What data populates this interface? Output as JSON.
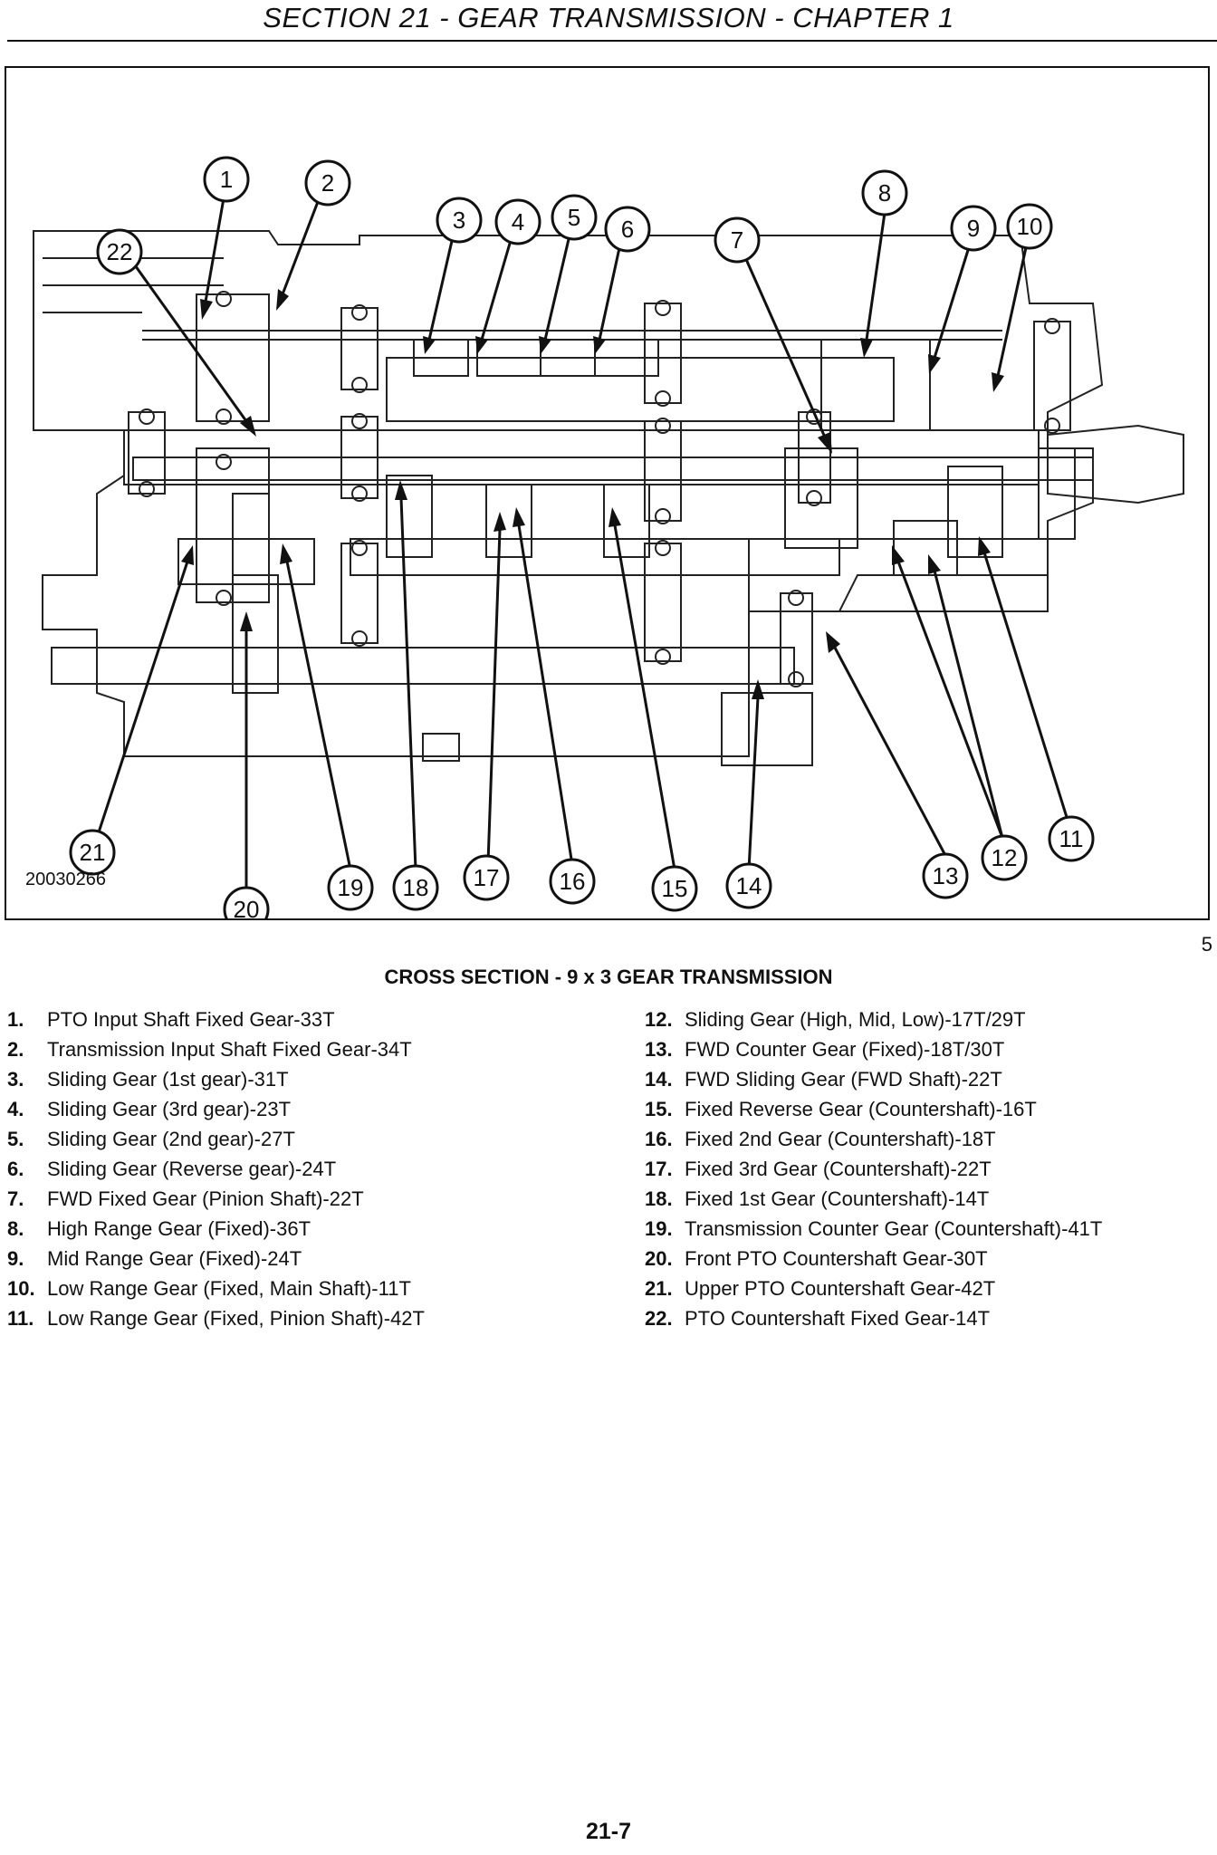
{
  "header": {
    "title": "SECTION 21 - GEAR TRANSMISSION - CHAPTER 1"
  },
  "figure": {
    "id": "20030266",
    "number": "5",
    "caption": "CROSS SECTION - 9 x 3 GEAR TRANSMISSION",
    "callouts": [
      "1",
      "2",
      "3",
      "4",
      "5",
      "6",
      "7",
      "8",
      "9",
      "10",
      "11",
      "12",
      "13",
      "14",
      "15",
      "16",
      "17",
      "18",
      "19",
      "20",
      "21",
      "22"
    ]
  },
  "legend": {
    "left": [
      {
        "num": "1.",
        "text": "PTO Input Shaft Fixed Gear-33T"
      },
      {
        "num": "2.",
        "text": "Transmission Input Shaft Fixed Gear-34T"
      },
      {
        "num": "3.",
        "text": "Sliding Gear (1st gear)-31T"
      },
      {
        "num": "4.",
        "text": "Sliding Gear (3rd gear)-23T"
      },
      {
        "num": "5.",
        "text": "Sliding Gear (2nd gear)-27T"
      },
      {
        "num": "6.",
        "text": "Sliding Gear (Reverse gear)-24T"
      },
      {
        "num": "7.",
        "text": "FWD Fixed Gear (Pinion Shaft)-22T"
      },
      {
        "num": "8.",
        "text": "High Range Gear (Fixed)-36T"
      },
      {
        "num": "9.",
        "text": "Mid Range Gear (Fixed)-24T"
      },
      {
        "num": "10.",
        "text": "Low Range Gear (Fixed, Main Shaft)-11T"
      },
      {
        "num": "11.",
        "text": "Low Range Gear (Fixed, Pinion Shaft)-42T"
      }
    ],
    "right": [
      {
        "num": "12.",
        "text": "Sliding Gear (High, Mid, Low)-17T/29T"
      },
      {
        "num": "13.",
        "text": "FWD Counter Gear (Fixed)-18T/30T"
      },
      {
        "num": "14.",
        "text": "FWD Sliding Gear (FWD Shaft)-22T"
      },
      {
        "num": "15.",
        "text": "Fixed Reverse Gear (Countershaft)-16T"
      },
      {
        "num": "16.",
        "text": "Fixed 2nd Gear (Countershaft)-18T"
      },
      {
        "num": "17.",
        "text": "Fixed 3rd Gear (Countershaft)-22T"
      },
      {
        "num": "18.",
        "text": "Fixed 1st Gear (Countershaft)-14T"
      },
      {
        "num": "19.",
        "text": "Transmission Counter Gear (Countershaft)-41T"
      },
      {
        "num": "20.",
        "text": "Front PTO Countershaft Gear-30T"
      },
      {
        "num": "21.",
        "text": "Upper PTO Countershaft Gear-42T"
      },
      {
        "num": "22.",
        "text": "PTO Countershaft Fixed Gear-14T"
      }
    ]
  },
  "footer": {
    "page_number": "21-7"
  }
}
